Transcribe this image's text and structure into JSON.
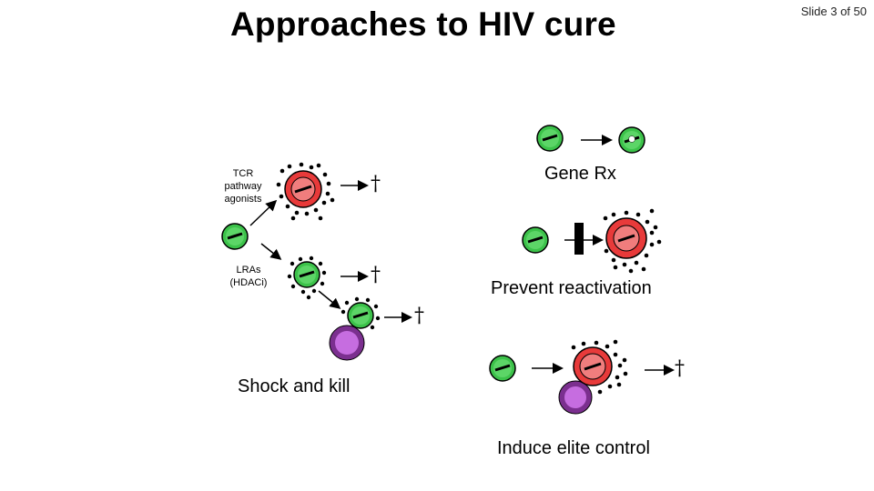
{
  "slide": {
    "title": "Approaches to HIV cure",
    "number": "Slide 3 of 50"
  },
  "labels": {
    "tcr": "TCR\npathway\nagonists",
    "lras": "LRAs\n(HDACi)",
    "shock_and_kill": "Shock and kill",
    "gene_rx": "Gene Rx",
    "prevent_reactivation": "Prevent reactivation",
    "induce_elite_control": "Induce elite control",
    "dagger": "†"
  },
  "colors": {
    "latent_cell": "#3cc24a",
    "active_cell": "#e83a3a",
    "killer_cell": "#7b2f8f",
    "inner_red": "#f07d7d",
    "inner_green": "#1c9a2a",
    "virion": "#000000"
  }
}
